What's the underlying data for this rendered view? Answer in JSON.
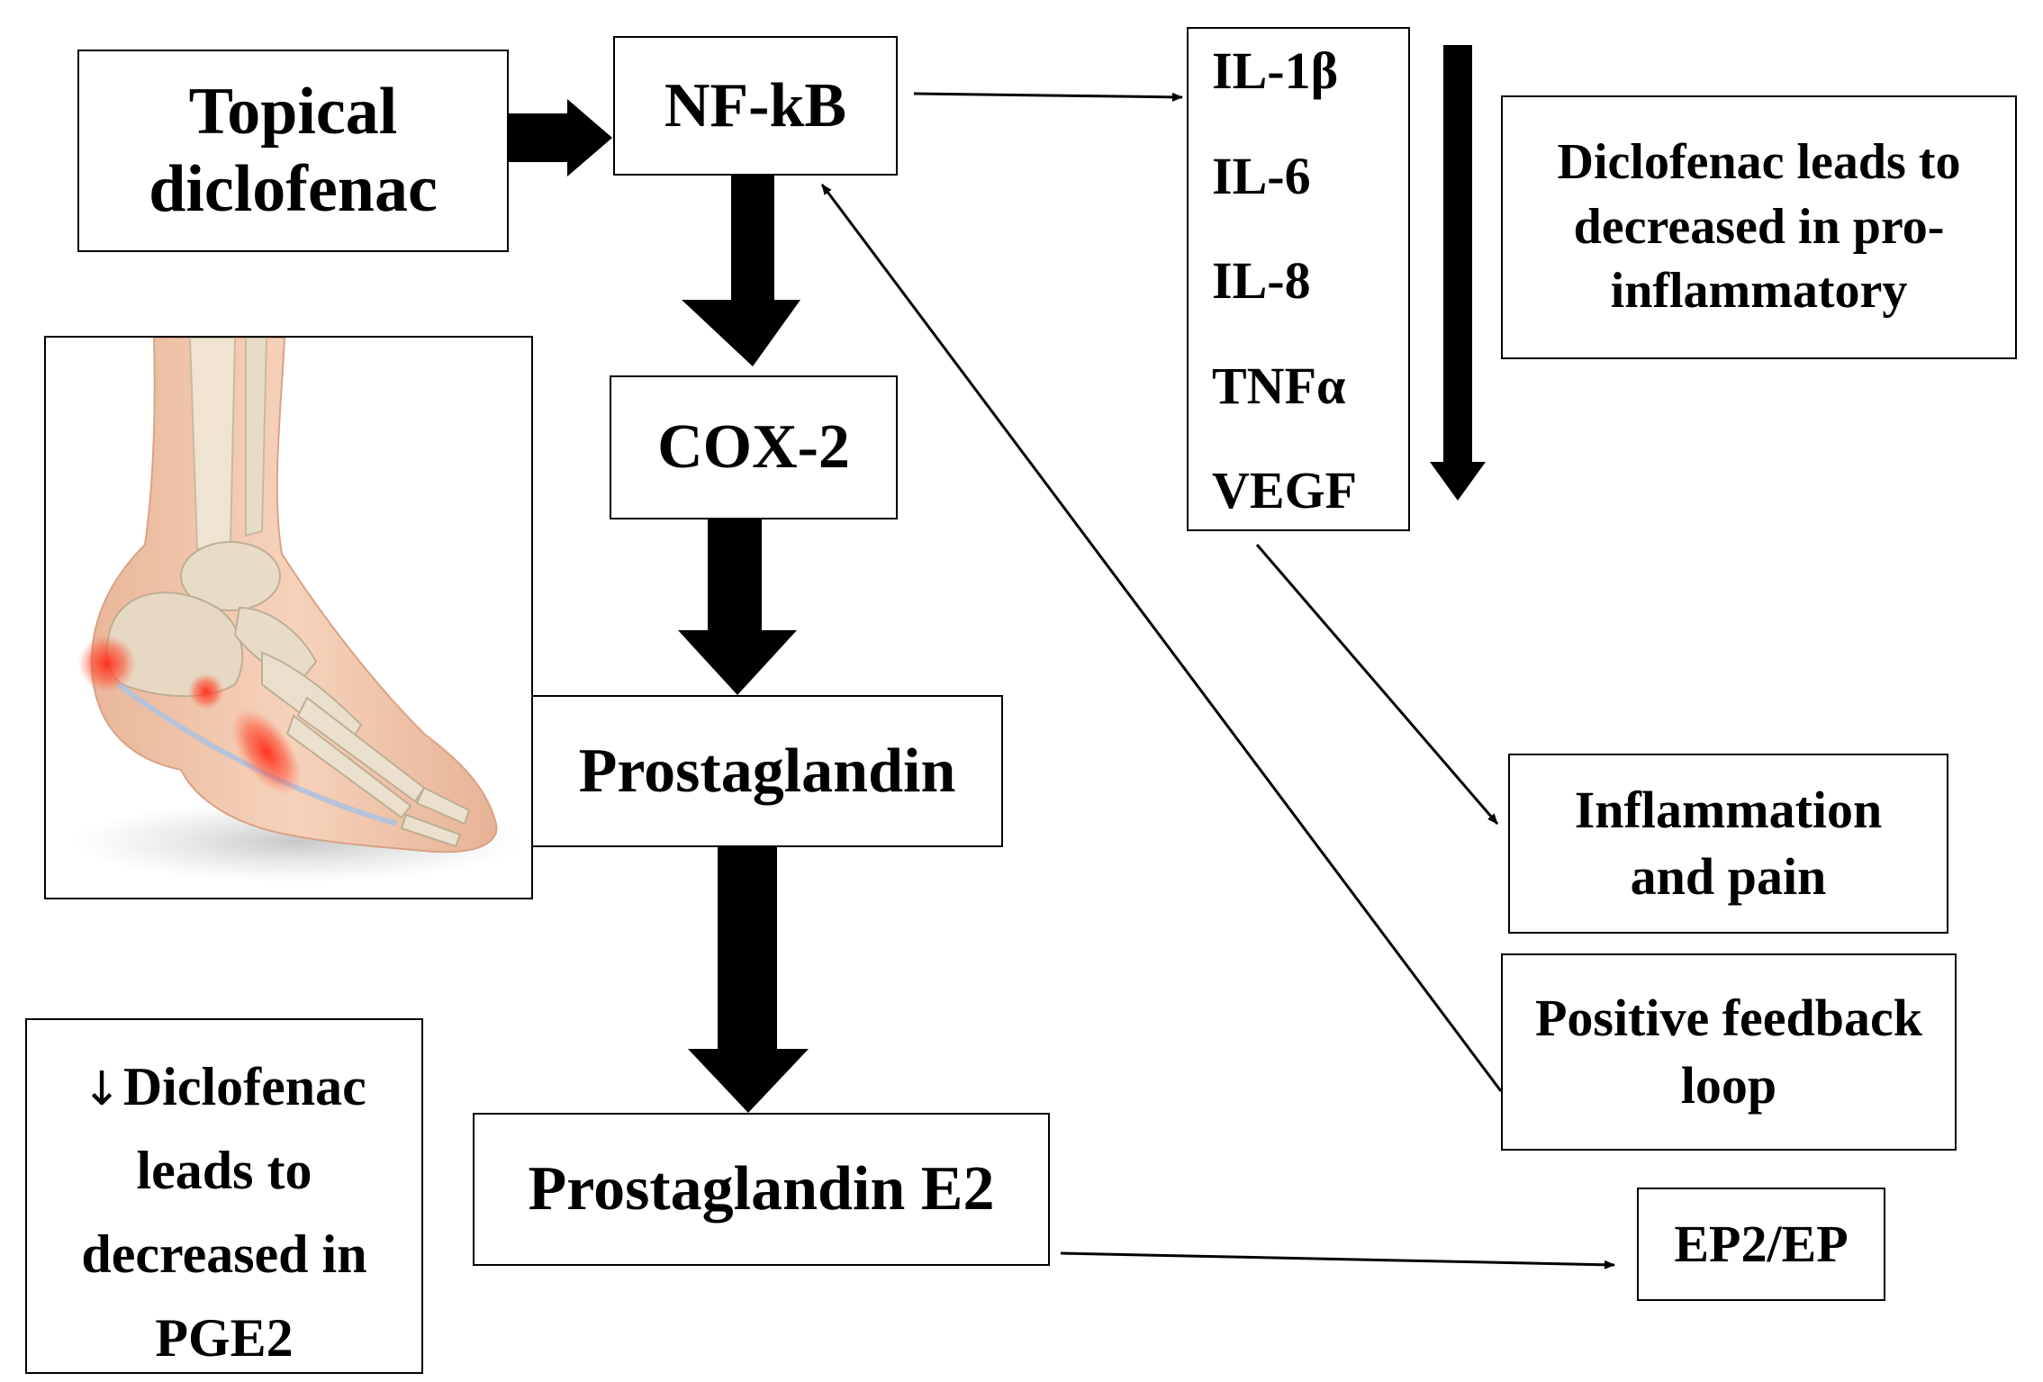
{
  "nodes": {
    "topical": "Topical diclofenac",
    "nfkb": "NF-kB",
    "cox2": "COX-2",
    "prostaglandin": "Prostaglandin",
    "pge2": "Prostaglandin E2",
    "ep": "EP2/EP",
    "inflammation": "Inflammation and pain",
    "feedback": "Positive feedback loop",
    "cytokine_note": "Diclofenac leads to decreased in pro-inflammatory",
    "pge2_note_arrow": "↓",
    "pge2_note": "Diclofenac leads to decreased in PGE2"
  },
  "cytokines": [
    "IL-1β",
    "IL-6",
    "IL-8",
    "TNFα",
    "VEGF"
  ],
  "colors": {
    "line": "#000000",
    "skin": "#f2c4a4",
    "bone": "#e8dcc8",
    "inflammation": "#ff3b2a"
  },
  "illustration": "foot-heel-pain-illustration"
}
